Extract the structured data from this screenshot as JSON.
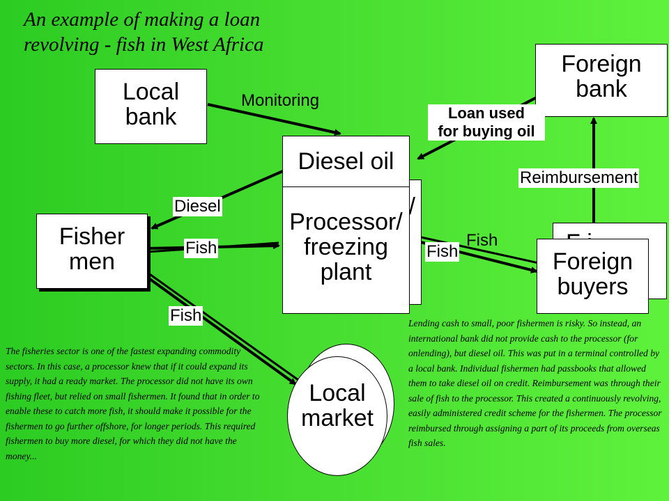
{
  "title": "An example of making a loan revolving - fish in West Africa",
  "nodes": {
    "local_bank": "Local\nbank",
    "foreign_bank": "Foreign\nbank",
    "diesel_oil": "Diesel oil",
    "processor": "Processor/\nfreezing\nplant",
    "processor_back_fragment": "/",
    "fishermen": "Fisher\nmen",
    "foreign_buyers": "Foreign\nbuyers",
    "foreign_buyers_back_fragment": "F     i",
    "local_market": "Local\nmarket"
  },
  "edge_labels": {
    "monitoring": "Monitoring",
    "loan_used": "Loan used\nfor buying oil",
    "reimbursement": "Reimbursement",
    "diesel": "Diesel",
    "fish_to_processor": "Fish",
    "fish_to_buyers": "Fish",
    "fish_to_buyers_back": "Fish",
    "fish_to_market": "Fish"
  },
  "notes": {
    "left": "The fisheries sector is one of the fastest expanding commodity sectors.  In this case, a processor knew that if it could expand its supply, it had a ready market.  The processor did not have its own fishing fleet, but relied on small fishermen.  It found that in order to enable these to catch more fish, it should make it possible for the fishermen to go further offshore, for longer periods.  This required fishermen to buy more diesel, for which they did not have the money...",
    "right": "Lending cash to small, poor fishermen is risky.  So instead, an international bank did not provide cash to the processor (for onlending), but diesel oil.  This was put in a terminal controlled by a local bank.  Individual fishermen had passbooks that allowed them to take diesel oil on credit.  Reimbursement was through their sale of fish to the processor.  This created a continuously revolving, easily administered credit scheme for the fishermen. The processor reimbursed through assigning a part of its proceeds from overseas fish sales."
  }
}
